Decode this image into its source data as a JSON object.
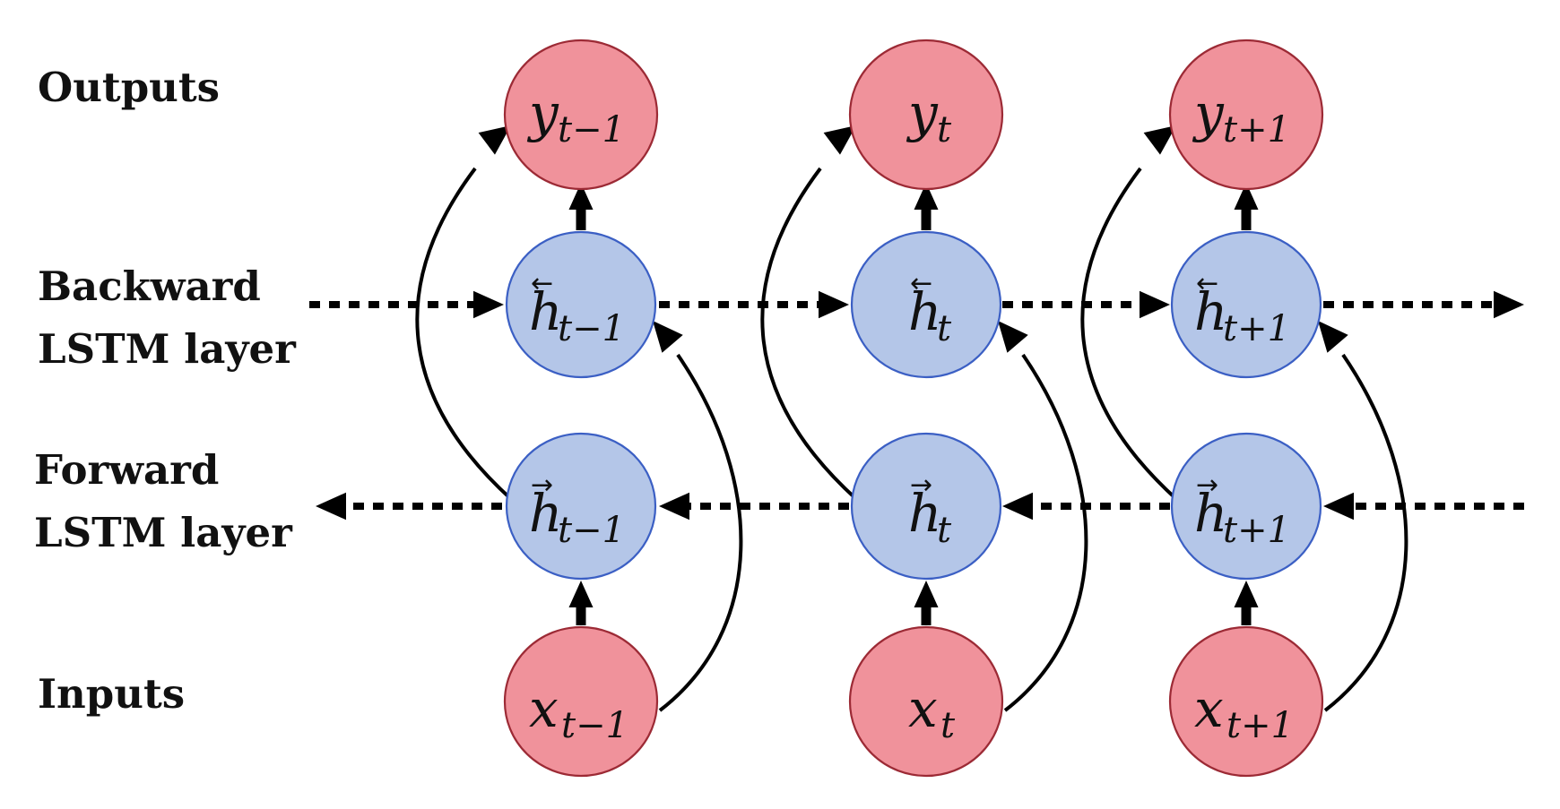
{
  "labels": {
    "outputs": "Outputs",
    "backward_line1": "Backward",
    "backward_line2": "LSTM layer",
    "forward_line1": "Forward",
    "forward_line2": "LSTM layer",
    "inputs": "Inputs"
  },
  "colors": {
    "io_fill": "#f0929b",
    "io_stroke": "#9c2a35",
    "hidden_fill": "#b4c6e8",
    "hidden_stroke": "#3b5fc4",
    "arrow": "#000000"
  },
  "columns": [
    {
      "output": {
        "base": "y",
        "sub": "t−1"
      },
      "backward": {
        "base": "h",
        "sub": "t−1",
        "arrow": "←"
      },
      "forward": {
        "base": "h",
        "sub": "t−1",
        "arrow": "→"
      },
      "input": {
        "base": "x",
        "sub": "t−1"
      }
    },
    {
      "output": {
        "base": "y",
        "sub": "t"
      },
      "backward": {
        "base": "h",
        "sub": "t",
        "arrow": "←"
      },
      "forward": {
        "base": "h",
        "sub": "t",
        "arrow": "→"
      },
      "input": {
        "base": "x",
        "sub": "t"
      }
    },
    {
      "output": {
        "base": "y",
        "sub": "t+1"
      },
      "backward": {
        "base": "h",
        "sub": "t+1",
        "arrow": "←"
      },
      "forward": {
        "base": "h",
        "sub": "t+1",
        "arrow": "→"
      },
      "input": {
        "base": "x",
        "sub": "t+1"
      }
    }
  ]
}
